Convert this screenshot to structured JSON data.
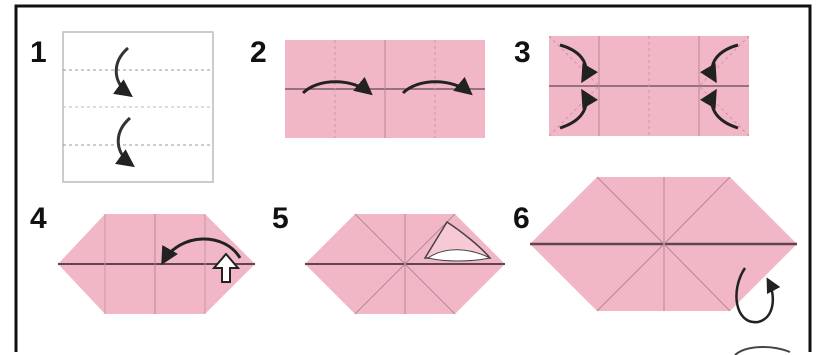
{
  "steps": [
    {
      "number": "1"
    },
    {
      "number": "2"
    },
    {
      "number": "3"
    },
    {
      "number": "4"
    },
    {
      "number": "5"
    },
    {
      "number": "6"
    }
  ],
  "colors": {
    "paper": "#f2b7c7",
    "crease": "#8a6a74",
    "arrow": "#222222",
    "border": "#111111",
    "white_sheet": "#ffffff"
  }
}
